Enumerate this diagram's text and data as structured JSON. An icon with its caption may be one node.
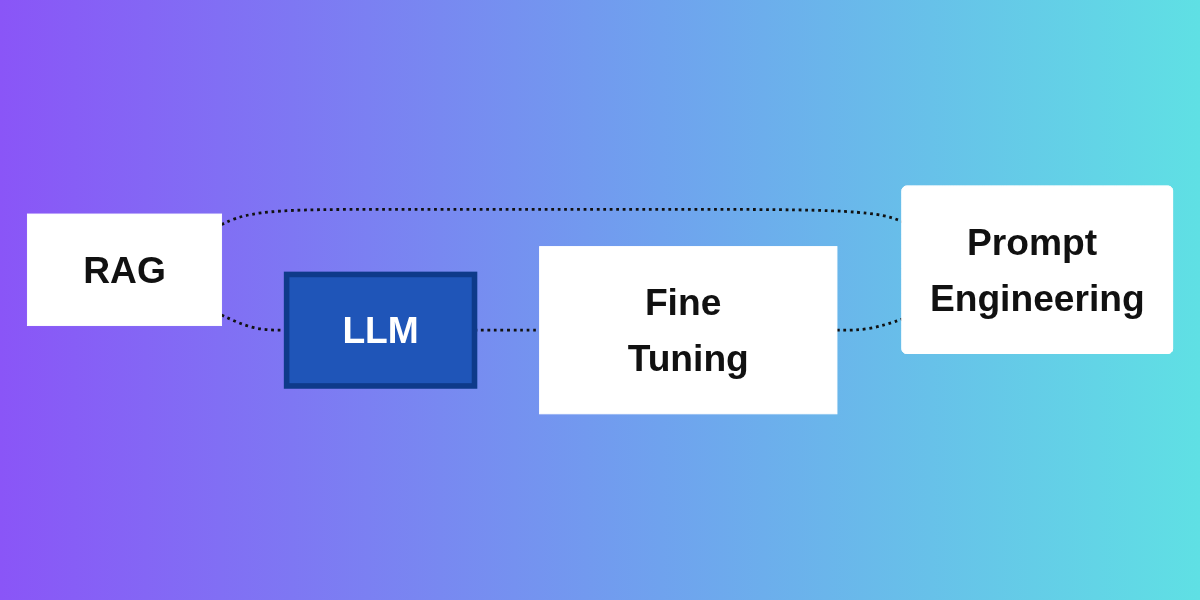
{
  "diagram": {
    "nodes": [
      {
        "text": [
          "RAG"
        ]
      },
      {
        "text": [
          "LLM"
        ]
      },
      {
        "text": [
          "Fine Tuning"
        ]
      },
      {
        "text": [
          "Prompt Engineering"
        ]
      }
    ],
    "edges": [
      {
        "from": 0,
        "to": 1,
        "arrow": "none",
        "style": "dashed"
      },
      {
        "from": 1,
        "to": 2,
        "arrow": "none",
        "style": "dashed"
      },
      {
        "from": 0,
        "to": 3,
        "arrow": "none",
        "style": "dashed"
      },
      {
        "from": 2,
        "to": 3,
        "arrow": "none",
        "style": "dashed"
      }
    ]
  }
}
